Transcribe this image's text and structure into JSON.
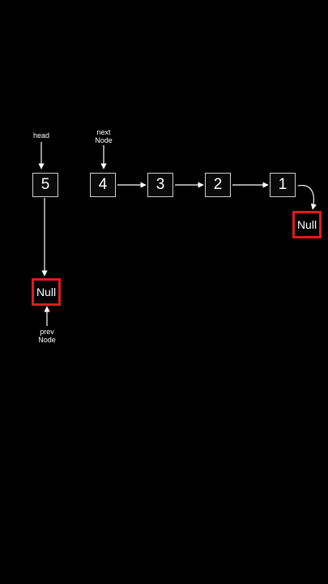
{
  "diagram": {
    "nodes": [
      "5",
      "4",
      "3",
      "2",
      "1"
    ],
    "null_left": "Null",
    "null_right": "Null",
    "labels": {
      "head": "head",
      "next_node": "next\nNode",
      "prev_node": "prev\nNode"
    },
    "colors": {
      "background": "#000000",
      "node_border": "#cfcfcf",
      "null_border": "#e01b1b",
      "arrow": "#ffffff"
    }
  }
}
